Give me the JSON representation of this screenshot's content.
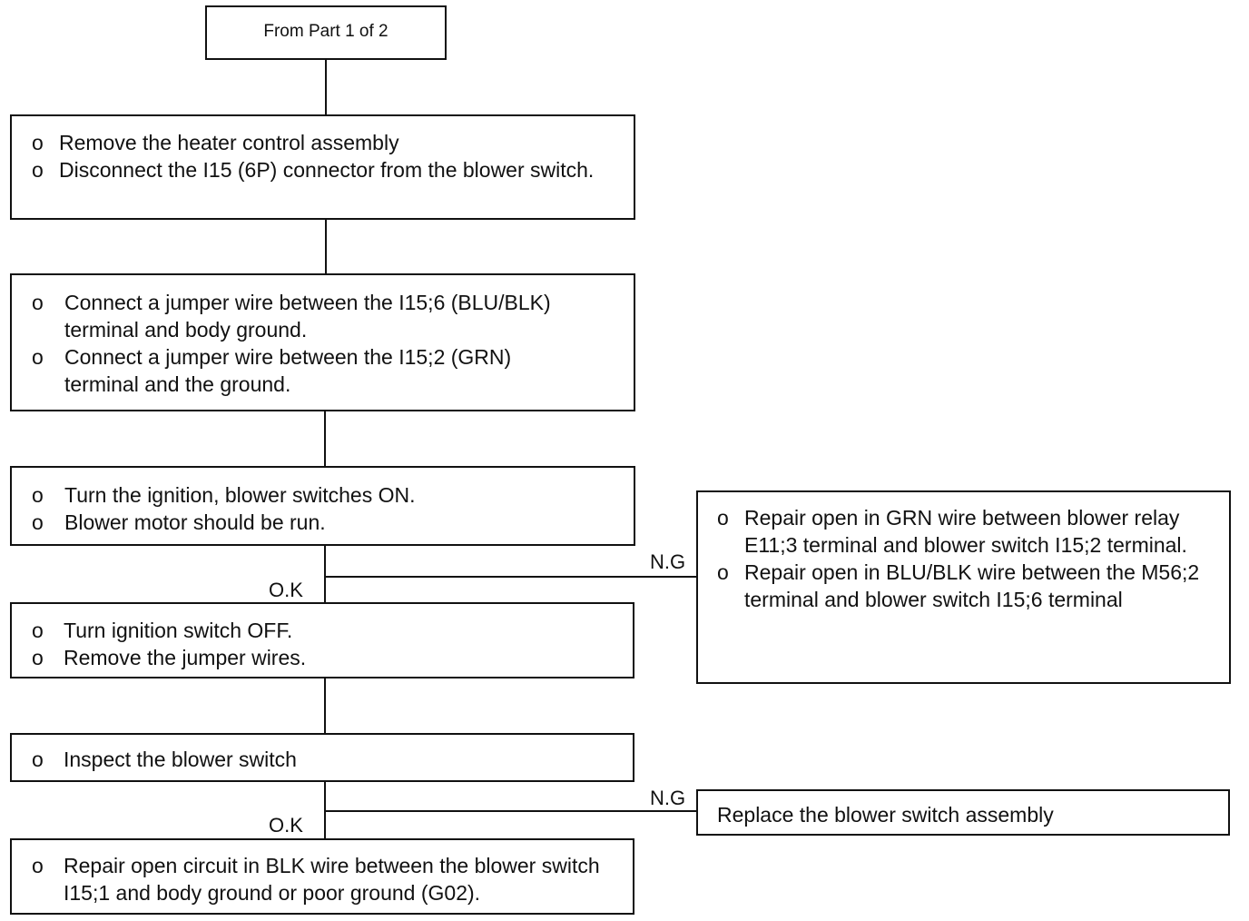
{
  "start_box": {
    "text": "From Part 1 of 2"
  },
  "bullet_char": "o",
  "steps": [
    {
      "items": [
        "Remove the heater control assembly",
        "Disconnect the I15 (6P) connector from the blower switch."
      ]
    },
    {
      "items": [
        "Connect a jumper wire between the I15;6 (BLU/BLK) terminal and body ground.",
        "Connect a jumper wire between the I15;2 (GRN) terminal and the ground."
      ]
    },
    {
      "items": [
        "Turn the ignition, blower switches ON.",
        "Blower motor should be run."
      ]
    },
    {
      "items": [
        "Turn ignition switch OFF.",
        "Remove the jumper wires."
      ]
    },
    {
      "items": [
        "Inspect the blower switch"
      ]
    },
    {
      "items": [
        "Repair open circuit in BLK wire between the blower switch I15;1 and body ground or poor ground (G02)."
      ]
    }
  ],
  "ng_repair_box": {
    "items": [
      "Repair open in GRN wire between blower relay E11;3 terminal and blower switch I15;2 terminal.",
      "Repair open in BLU/BLK wire between the M56;2 terminal and blower switch I15;6 terminal"
    ]
  },
  "ng_replace_box": {
    "text": "Replace the blower switch assembly"
  },
  "labels": {
    "ok_1": "O.K",
    "ng_1": "N.G",
    "ok_2": "O.K",
    "ng_2": "N.G"
  }
}
